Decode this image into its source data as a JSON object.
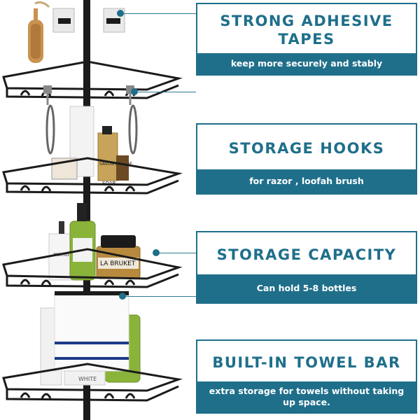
{
  "features": [
    {
      "title": "STRONG ADHESIVE TAPES",
      "subtitle": "keep more securely and stably"
    },
    {
      "title": "STORAGE HOOKS",
      "subtitle": "for razor , loofah brush"
    },
    {
      "title": "STORAGE CAPACITY",
      "subtitle": "Can hold 5-8 bottles"
    },
    {
      "title": "BUILT-IN TOWEL BAR",
      "subtitle": "extra storage for towels without taking up space."
    }
  ],
  "product_labels": {
    "bottle_1": "SAVON LIQUIDE",
    "bottle_2": "SOAP",
    "jar": "LA BRUKET",
    "pump": "mimo",
    "box": "WHITE"
  },
  "colors": {
    "accent": "#1f6f8b",
    "frame": "#1b1b1b",
    "towel_stripe": "#1e3a8a",
    "brush": "#c9924f",
    "green_bottle": "#8ab33a"
  }
}
